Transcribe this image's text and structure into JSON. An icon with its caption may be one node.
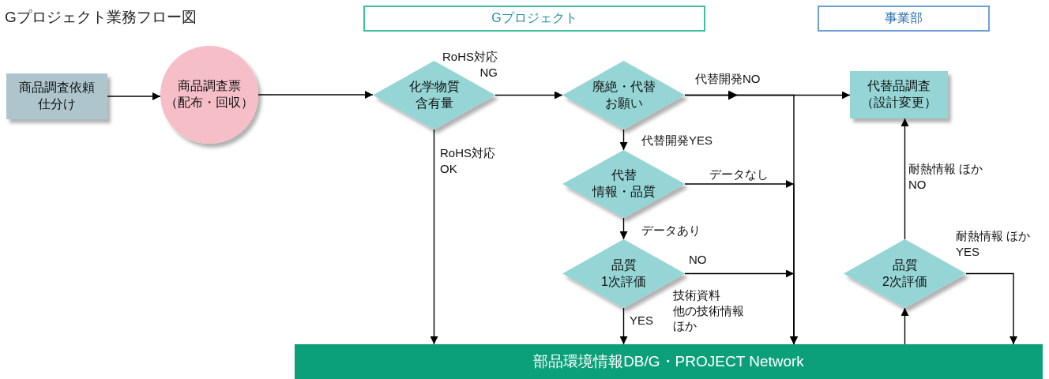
{
  "diagram": {
    "title": "Gプロジェクト業務フロー図",
    "nodes": [
      {
        "text": [
          "Gプロジェクト"
        ]
      },
      {
        "text": [
          "事業部"
        ]
      },
      {
        "text": [
          "商品調査依頼仕分け"
        ]
      },
      {
        "text": [
          "商品調査票（配布・回収）"
        ]
      },
      {
        "text": [
          "化学物質含有量"
        ]
      },
      {
        "text": [
          "廃絶・代替お願い"
        ]
      },
      {
        "text": [
          "代替品調査（設計変更）"
        ]
      },
      {
        "text": [
          "代替情報・品質"
        ]
      },
      {
        "text": [
          "品質1次評価"
        ]
      },
      {
        "text": [
          "品質2次評価"
        ]
      },
      {
        "text": [
          "部品環境情報DB/G・PROJECT Network"
        ]
      }
    ],
    "edges": [
      {
        "from": 2,
        "to": 3,
        "arrow": "to"
      },
      {
        "from": 3,
        "to": 4,
        "arrow": "to"
      },
      {
        "from": 4,
        "to": 5,
        "arrow": "to",
        "label": "RoHS対応 NG"
      },
      {
        "from": 4,
        "to": 10,
        "arrow": "to",
        "label": "RoHS対応 OK"
      },
      {
        "from": 5,
        "to": 6,
        "arrow": "to",
        "label": "代替開発NO"
      },
      {
        "from": 5,
        "to": 10,
        "arrow": "to"
      },
      {
        "from": 5,
        "to": 7,
        "arrow": "to",
        "label": "代替開発YES"
      },
      {
        "from": 7,
        "to": 10,
        "arrow": "to",
        "label": "データなし"
      },
      {
        "from": 7,
        "to": 8,
        "arrow": "to",
        "label": "データあり"
      },
      {
        "from": 8,
        "to": 10,
        "arrow": "to",
        "label": "NO"
      },
      {
        "from": 8,
        "to": 10,
        "arrow": "to",
        "label": "YES"
      },
      {
        "from": 10,
        "to": 9,
        "arrow": "to"
      },
      {
        "from": 9,
        "to": 6,
        "arrow": "to",
        "label": "耐熱情報 ほか NO"
      },
      {
        "from": 9,
        "to": 10,
        "arrow": "to",
        "label": "耐熱情報 ほか YES"
      }
    ],
    "labels": [
      "技術資料他の技術情報ほか"
    ]
  }
}
